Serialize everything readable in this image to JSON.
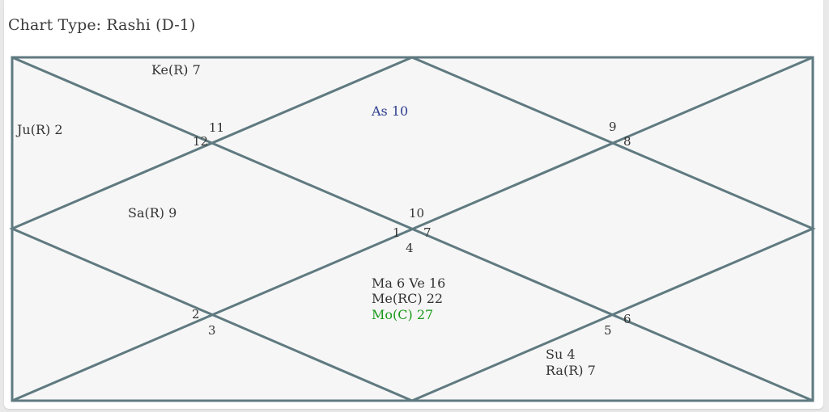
{
  "title": "Chart Type: Rashi (D-1)",
  "colors": {
    "line": "#5f7a80",
    "background": "#f6f6f6",
    "ascendant": "#2c3d8f",
    "moon": "#1a9a1a",
    "text": "#333333"
  },
  "house_numbers": {
    "n11": "11",
    "n12": "12",
    "n9": "9",
    "n8": "8",
    "n10": "10",
    "n1": "1",
    "n7": "7",
    "n4": "4",
    "n2": "2",
    "n3": "3",
    "n6": "6",
    "n5": "5"
  },
  "planets": {
    "ketu": "Ke(R) 7",
    "jupiter": "Ju(R) 2",
    "ascendant": "As 10",
    "saturn": "Sa(R) 9",
    "mars_venus": "Ma 6 Ve 16",
    "mercury": "Me(RC) 22",
    "moon": "Mo(C) 27",
    "sun": "Su 4",
    "rahu": "Ra(R) 7"
  }
}
